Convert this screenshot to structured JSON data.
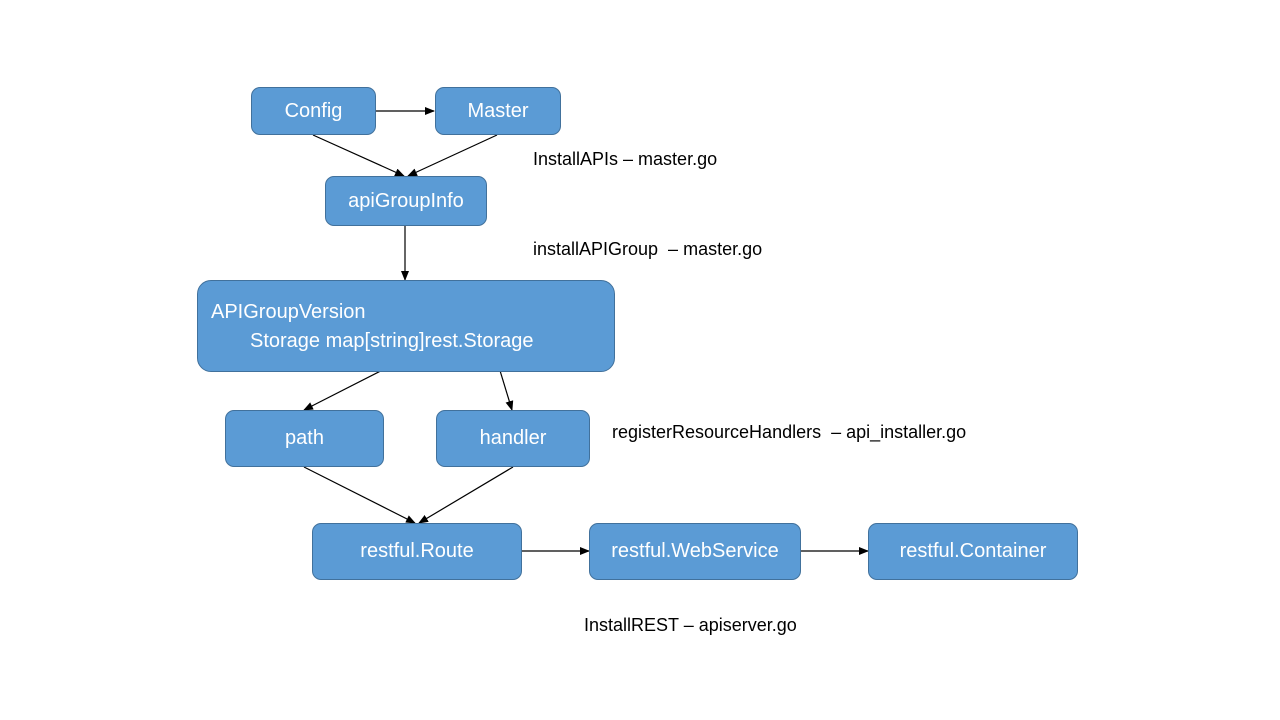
{
  "nodes": {
    "config": "Config",
    "master": "Master",
    "api_group_info": "apiGroupInfo",
    "api_group_version": {
      "line1": "APIGroupVersion",
      "line2": "Storage map[string]rest.Storage"
    },
    "path": "path",
    "handler": "handler",
    "restful_route": "restful.Route",
    "restful_webservice": "restful.WebService",
    "restful_container": "restful.Container"
  },
  "annotations": {
    "install_apis": "InstallAPIs – master.go",
    "install_api_group": "installAPIGroup  – master.go",
    "register_resource_handlers": "registerResourceHandlers  – api_installer.go",
    "install_rest": "InstallREST – apiserver.go"
  },
  "colors": {
    "node_fill": "#5b9bd5",
    "node_border": "#41719c",
    "node_text": "#ffffff",
    "edge": "#000000"
  }
}
